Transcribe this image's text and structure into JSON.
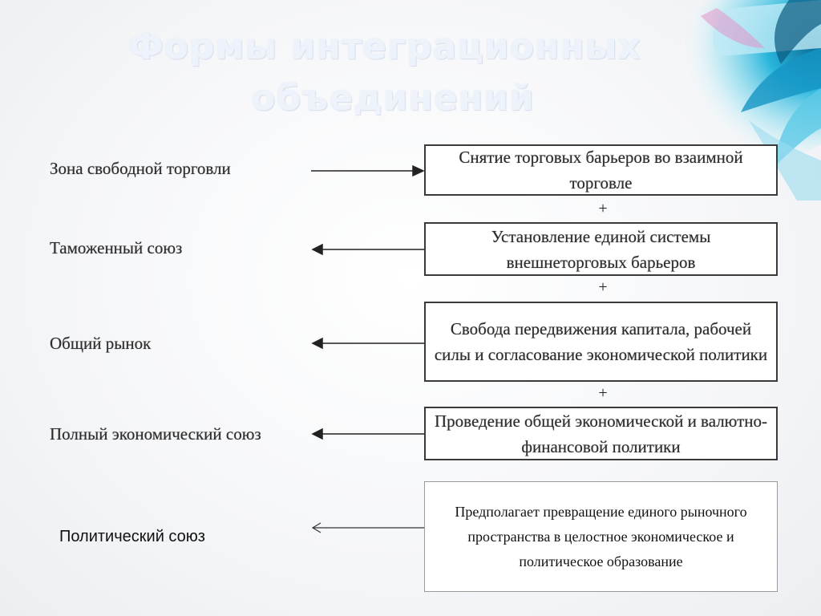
{
  "title": {
    "line1": "Формы интеграционных",
    "line2": "объединений"
  },
  "forms": [
    "Зона свободной торговли",
    "Таможенный союз",
    "Общий рынок",
    "Полный экономический союз",
    "Политический союз"
  ],
  "conditions": [
    "Снятие торговых барьеров во взаимной торговле",
    "Установление единой системы внешнеторговых барьеров",
    "Свобода передвижения капитала, рабочей силы и согласование экономической политики",
    "Проведение общей экономической и валютно-финансовой политики",
    "Предполагает превращение единого рыночного пространства в целостное экономическое и политическое образование"
  ],
  "plus_sign": "+",
  "colors": {
    "title": "#eef2fa",
    "border": "#3a3a3a",
    "accent_flower": "#2bb3d6"
  }
}
